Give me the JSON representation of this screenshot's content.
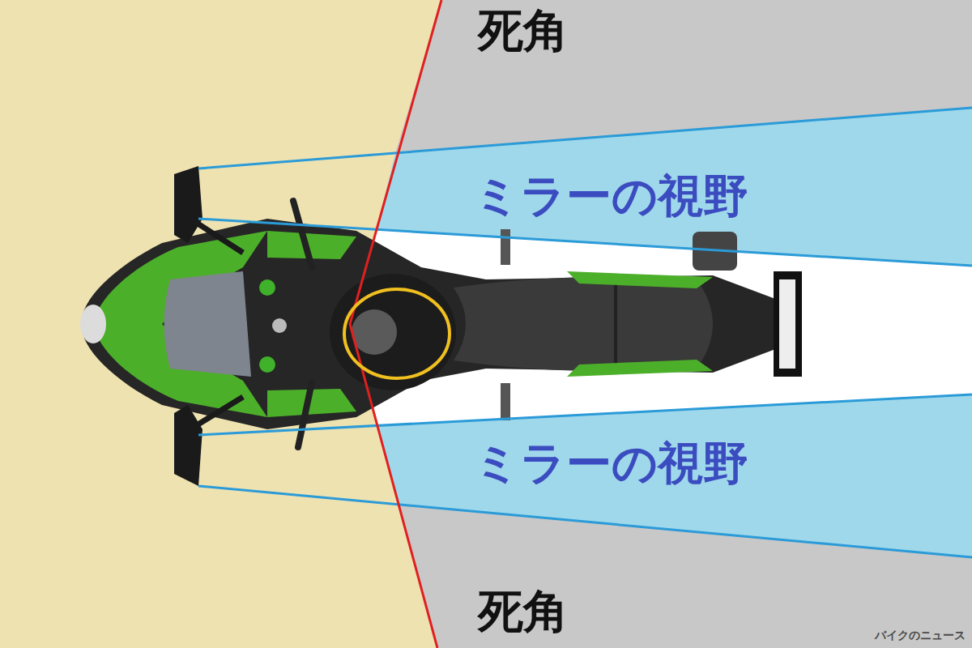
{
  "diagram": {
    "nodes": [
      {
        "text": [
          "死角"
        ]
      },
      {
        "text": [
          "ミラーの視野"
        ]
      },
      {
        "text": [
          "ミラーの視野"
        ]
      },
      {
        "text": [
          "死角"
        ]
      }
    ],
    "labels": [
      "バイクのニュース"
    ]
  }
}
